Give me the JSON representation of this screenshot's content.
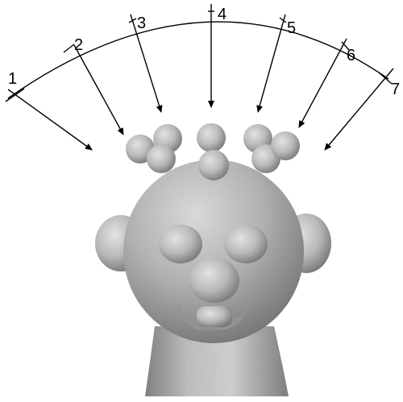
{
  "viewpoints": [
    {
      "label": "1"
    },
    {
      "label": "2"
    },
    {
      "label": "3"
    },
    {
      "label": "4"
    },
    {
      "label": "5"
    },
    {
      "label": "6"
    },
    {
      "label": "7"
    }
  ],
  "colors": {
    "line": "#000000",
    "sculpture_light": "#d4d4d4",
    "sculpture_mid": "#a8a8a8",
    "sculpture_dark": "#6e6e6e",
    "background": "#ffffff"
  },
  "icons": {
    "object": "clay-head-sculpture"
  }
}
